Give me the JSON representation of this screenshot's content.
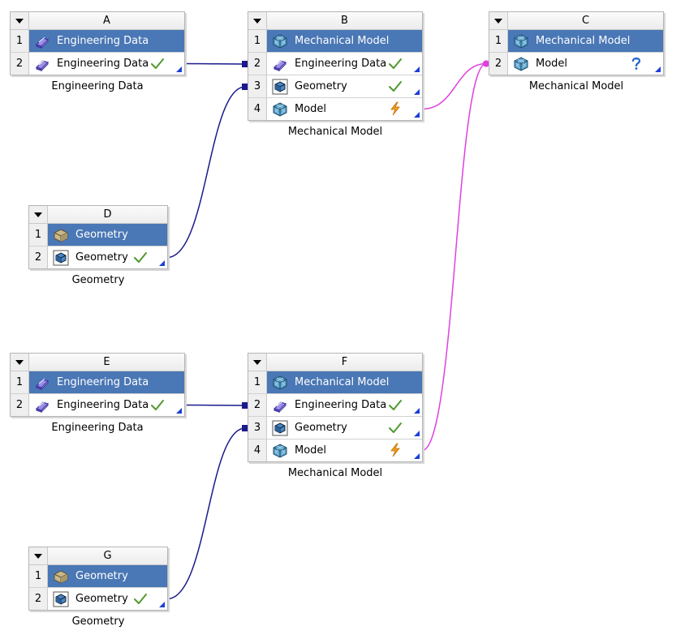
{
  "systems": {
    "A": {
      "letter": "A",
      "caption": "Engineering Data",
      "rows": [
        {
          "num": "1",
          "label": "Engineering Data",
          "icon": "engineering-data-book-icon"
        },
        {
          "num": "2",
          "label": "Engineering Data",
          "icon": "engineering-data-book-icon",
          "status": "up-to-date-check-icon"
        }
      ]
    },
    "B": {
      "letter": "B",
      "caption": "Mechanical Model",
      "rows": [
        {
          "num": "1",
          "label": "Mechanical Model",
          "icon": "mechanical-model-cube-icon"
        },
        {
          "num": "2",
          "label": "Engineering Data",
          "icon": "engineering-data-book-icon",
          "status": "up-to-date-check-icon"
        },
        {
          "num": "3",
          "label": "Geometry",
          "icon": "geometry-box-icon",
          "status": "up-to-date-check-icon"
        },
        {
          "num": "4",
          "label": "Model",
          "icon": "mechanical-model-cube-icon",
          "status": "refresh-required-lightning-icon"
        }
      ]
    },
    "C": {
      "letter": "C",
      "caption": "Mechanical Model",
      "rows": [
        {
          "num": "1",
          "label": "Mechanical Model",
          "icon": "mechanical-model-cube-icon"
        },
        {
          "num": "2",
          "label": "Model",
          "icon": "mechanical-model-cube-icon",
          "status": "unfulfilled-question-icon"
        }
      ]
    },
    "D": {
      "letter": "D",
      "caption": "Geometry",
      "rows": [
        {
          "num": "1",
          "label": "Geometry",
          "icon": "geometry-block-icon"
        },
        {
          "num": "2",
          "label": "Geometry",
          "icon": "geometry-box-icon",
          "status": "up-to-date-check-icon"
        }
      ]
    },
    "E": {
      "letter": "E",
      "caption": "Engineering Data",
      "rows": [
        {
          "num": "1",
          "label": "Engineering Data",
          "icon": "engineering-data-book-icon"
        },
        {
          "num": "2",
          "label": "Engineering Data",
          "icon": "engineering-data-book-icon",
          "status": "up-to-date-check-icon"
        }
      ]
    },
    "F": {
      "letter": "F",
      "caption": "Mechanical Model",
      "rows": [
        {
          "num": "1",
          "label": "Mechanical Model",
          "icon": "mechanical-model-cube-icon"
        },
        {
          "num": "2",
          "label": "Engineering Data",
          "icon": "engineering-data-book-icon",
          "status": "up-to-date-check-icon"
        },
        {
          "num": "3",
          "label": "Geometry",
          "icon": "geometry-box-icon",
          "status": "up-to-date-check-icon"
        },
        {
          "num": "4",
          "label": "Model",
          "icon": "mechanical-model-cube-icon",
          "status": "refresh-required-lightning-icon"
        }
      ]
    },
    "G": {
      "letter": "G",
      "caption": "Geometry",
      "rows": [
        {
          "num": "1",
          "label": "Geometry",
          "icon": "geometry-block-icon"
        },
        {
          "num": "2",
          "label": "Geometry",
          "icon": "geometry-box-icon",
          "status": "up-to-date-check-icon"
        }
      ]
    }
  },
  "links": [
    {
      "from": "A2",
      "to": "B2",
      "type": "data-share",
      "color": "#1a1a8c"
    },
    {
      "from": "D2",
      "to": "B3",
      "type": "data-share",
      "color": "#1a1a8c"
    },
    {
      "from": "B4",
      "to": "C2",
      "type": "transfer",
      "color": "#e040e0"
    },
    {
      "from": "E2",
      "to": "F2",
      "type": "data-share",
      "color": "#1a1a8c"
    },
    {
      "from": "G2",
      "to": "F3",
      "type": "data-share",
      "color": "#1a1a8c"
    },
    {
      "from": "F4",
      "to": "C2",
      "type": "transfer",
      "color": "#e040e0"
    }
  ],
  "colors": {
    "selected_row": "#4a77b5",
    "check": "#4f9a2e",
    "lightning": "#f0a01a",
    "question": "#1e64c8",
    "corner": "#1a3fd6"
  }
}
